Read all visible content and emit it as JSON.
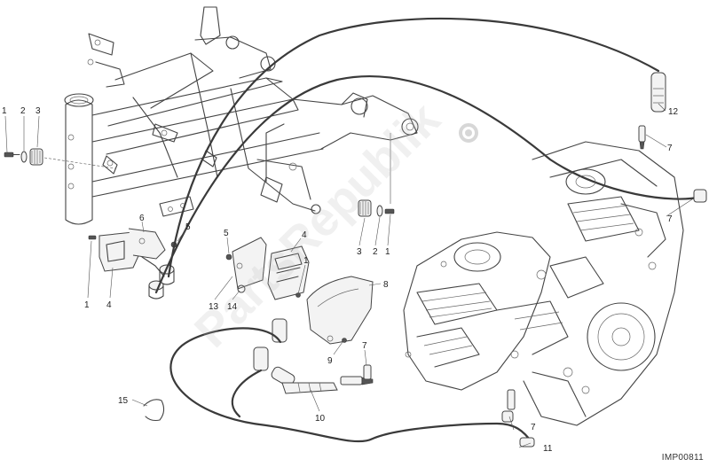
{
  "diagram": {
    "watermark": "PartsRepublik",
    "drawing_code": "IMP00811",
    "callouts": [
      {
        "id": "c1a",
        "text": "1"
      },
      {
        "id": "c2a",
        "text": "2"
      },
      {
        "id": "c3a",
        "text": "3"
      },
      {
        "id": "c1b",
        "text": "1"
      },
      {
        "id": "c4a",
        "text": "4"
      },
      {
        "id": "c6",
        "text": "6"
      },
      {
        "id": "c5a",
        "text": "5"
      },
      {
        "id": "c5b",
        "text": "5"
      },
      {
        "id": "c4b",
        "text": "4"
      },
      {
        "id": "c13",
        "text": "13"
      },
      {
        "id": "c14",
        "text": "14"
      },
      {
        "id": "c1c",
        "text": "1"
      },
      {
        "id": "c3b",
        "text": "3"
      },
      {
        "id": "c2b",
        "text": "2"
      },
      {
        "id": "c1d",
        "text": "1"
      },
      {
        "id": "c8",
        "text": "8"
      },
      {
        "id": "c9",
        "text": "9"
      },
      {
        "id": "c7a",
        "text": "7"
      },
      {
        "id": "c7b",
        "text": "7"
      },
      {
        "id": "c7c",
        "text": "7"
      },
      {
        "id": "c7d",
        "text": "7"
      },
      {
        "id": "c12",
        "text": "12"
      },
      {
        "id": "c10",
        "text": "10"
      },
      {
        "id": "c11",
        "text": "11"
      },
      {
        "id": "c15",
        "text": "15"
      }
    ]
  }
}
